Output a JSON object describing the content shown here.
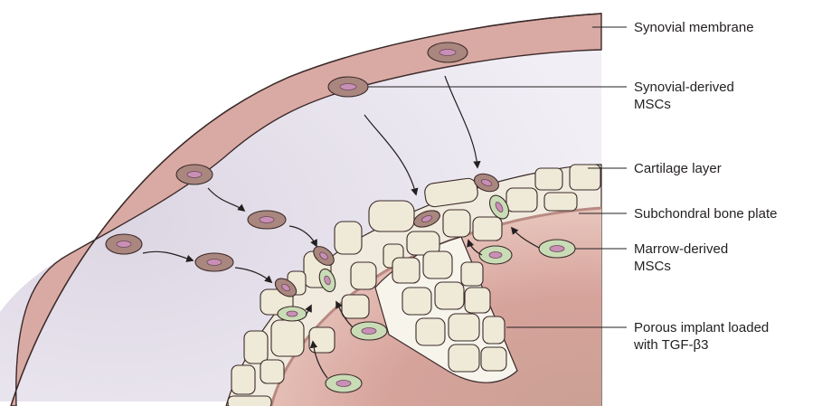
{
  "labels": {
    "synovial_membrane": "Synovial membrane",
    "synovial_mscs": [
      "Synovial-derived",
      "MSCs"
    ],
    "cartilage_layer": "Cartilage layer",
    "subchondral_bone_plate": "Subchondral bone plate",
    "marrow_mscs": [
      "Marrow-derived",
      "MSCs"
    ],
    "porous_implant": [
      "Porous implant loaded",
      "with TGF-β3"
    ]
  },
  "colors": {
    "synovium": "#d9aaa3",
    "synovium_outline": "#3b2a2a",
    "joint_space": "#ece8f1",
    "cartilage_tissue": "#eee9da",
    "cell_block": "#efe9d7",
    "bone": "#d6a39b",
    "synovial_cell": "#a9877f",
    "marrow_cell": "#c9dcb6",
    "nucleus": "#c98fb6",
    "leader": "#231f20"
  }
}
